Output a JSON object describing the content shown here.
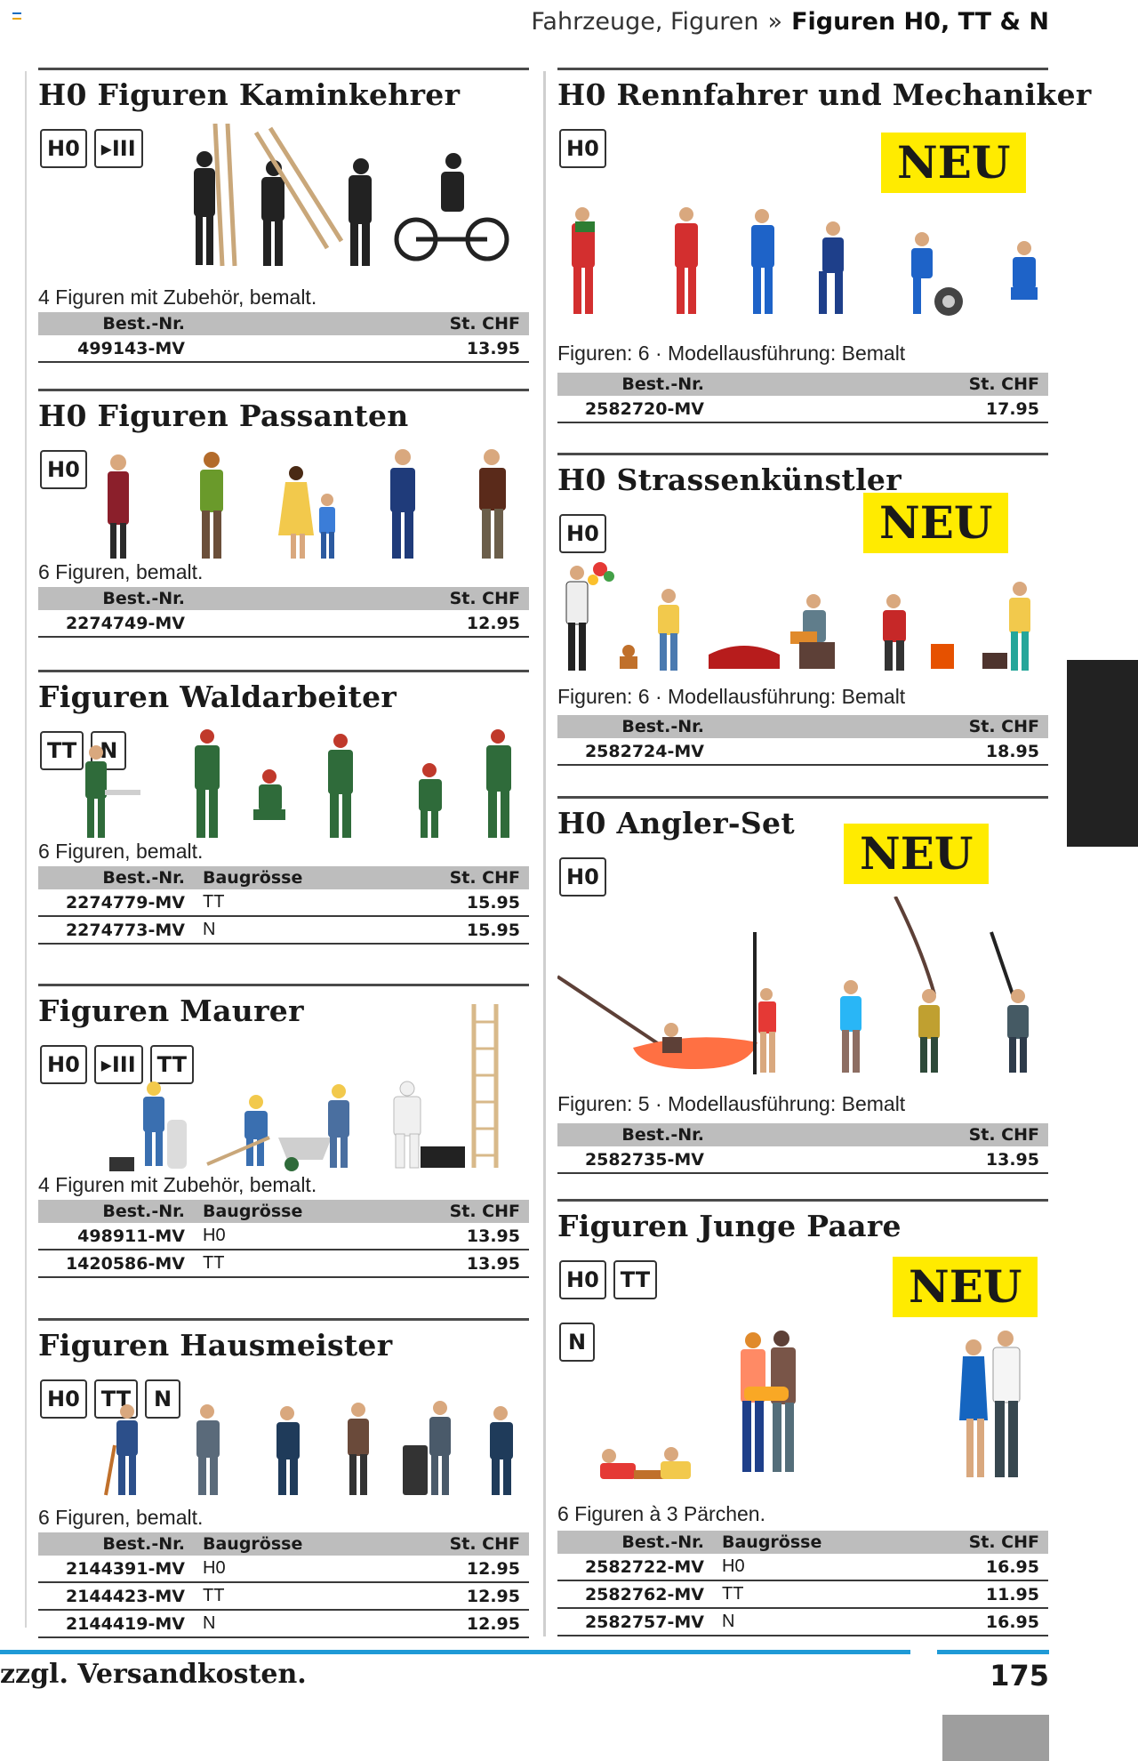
{
  "header": {
    "crumb": "Fahrzeuge, Figuren",
    "sep": "»",
    "current": "Figuren H0, TT & N"
  },
  "columns": {
    "left": [
      {
        "title": "H0 Figuren Kaminkehrer",
        "badges": [
          "H0",
          "▸III"
        ],
        "desc": "4 Figuren mit Zubehör, bemalt.",
        "headers": [
          "Best.-Nr.",
          "",
          "St. CHF"
        ],
        "rows": [
          [
            "499143-MV",
            "",
            "13.95"
          ]
        ]
      },
      {
        "title": "H0 Figuren Passanten",
        "badges": [
          "H0"
        ],
        "desc": "6 Figuren, bemalt.",
        "headers": [
          "Best.-Nr.",
          "",
          "St. CHF"
        ],
        "rows": [
          [
            "2274749-MV",
            "",
            "12.95"
          ]
        ]
      },
      {
        "title": "Figuren Waldarbeiter",
        "badges": [
          "TT",
          "N"
        ],
        "desc": "6 Figuren, bemalt.",
        "headers": [
          "Best.-Nr.",
          "Baugrösse",
          "St. CHF"
        ],
        "rows": [
          [
            "2274779-MV",
            "TT",
            "15.95"
          ],
          [
            "2274773-MV",
            "N",
            "15.95"
          ]
        ]
      },
      {
        "title": "Figuren Maurer",
        "badges": [
          "H0",
          "▸III",
          "TT"
        ],
        "desc": "4 Figuren mit Zubehör, bemalt.",
        "headers": [
          "Best.-Nr.",
          "Baugrösse",
          "St. CHF"
        ],
        "rows": [
          [
            "498911-MV",
            "H0",
            "13.95"
          ],
          [
            "1420586-MV",
            "TT",
            "13.95"
          ]
        ]
      },
      {
        "title": "Figuren Hausmeister",
        "badges": [
          "H0",
          "TT",
          "N"
        ],
        "desc": "6 Figuren, bemalt.",
        "headers": [
          "Best.-Nr.",
          "Baugrösse",
          "St. CHF"
        ],
        "rows": [
          [
            "2144391-MV",
            "H0",
            "12.95"
          ],
          [
            "2144423-MV",
            "TT",
            "12.95"
          ],
          [
            "2144419-MV",
            "N",
            "12.95"
          ]
        ]
      }
    ],
    "right": [
      {
        "title": "H0 Rennfahrer und Mechaniker",
        "badges": [
          "H0"
        ],
        "neu": "NEU",
        "desc": "Figuren: 6 · Modellausführung: Bemalt",
        "headers": [
          "Best.-Nr.",
          "",
          "St. CHF"
        ],
        "rows": [
          [
            "2582720-MV",
            "",
            "17.95"
          ]
        ]
      },
      {
        "title": "H0 Strassenkünstler",
        "badges": [
          "H0"
        ],
        "neu": "NEU",
        "desc": "Figuren: 6 · Modellausführung: Bemalt",
        "headers": [
          "Best.-Nr.",
          "",
          "St. CHF"
        ],
        "rows": [
          [
            "2582724-MV",
            "",
            "18.95"
          ]
        ]
      },
      {
        "title": "H0 Angler-Set",
        "badges": [
          "H0"
        ],
        "neu": "NEU",
        "desc": "Figuren: 5 · Modellausführung: Bemalt",
        "headers": [
          "Best.-Nr.",
          "",
          "St. CHF"
        ],
        "rows": [
          [
            "2582735-MV",
            "",
            "13.95"
          ]
        ]
      },
      {
        "title": "Figuren Junge Paare",
        "badges": [
          "H0",
          "TT",
          "N"
        ],
        "neu": "NEU",
        "desc": "6 Figuren à 3 Pärchen.",
        "headers": [
          "Best.-Nr.",
          "Baugrösse",
          "St. CHF"
        ],
        "rows": [
          [
            "2582722-MV",
            "H0",
            "16.95"
          ],
          [
            "2582762-MV",
            "TT",
            "11.95"
          ],
          [
            "2582757-MV",
            "N",
            "16.95"
          ]
        ]
      }
    ]
  },
  "footer": {
    "note": "zzgl. Versandkosten.",
    "page": "175"
  },
  "colors": {
    "accent_blue": "#1f9ad6",
    "neu_yellow": "#ffeb00",
    "table_header_gray": "#bdbdbd"
  }
}
